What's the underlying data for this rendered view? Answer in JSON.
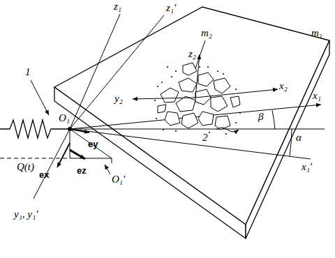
{
  "diagram": {
    "labels": [
      "z₁",
      "z₁'",
      "m₂",
      "m₁",
      "z₂",
      "y₂",
      "x₂",
      "2",
      "x₁",
      "β",
      "α",
      "1",
      "O₁",
      "ey",
      "ex",
      "ez",
      "O₁'",
      "x₁'",
      "Q(t)",
      "y₁, y₁'"
    ]
  }
}
